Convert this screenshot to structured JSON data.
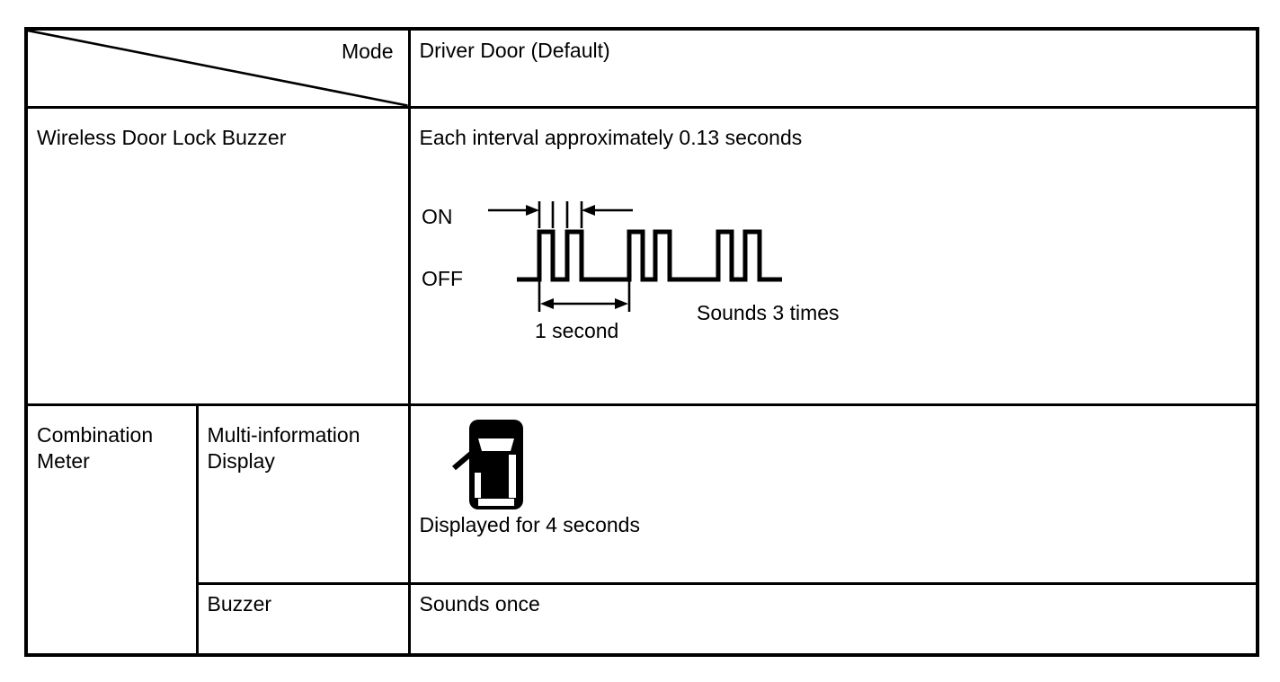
{
  "colors": {
    "line": "#000000",
    "text": "#000000",
    "background": "#ffffff"
  },
  "table": {
    "header": {
      "mode_label": "Mode",
      "column_label": "Driver Door (Default)"
    },
    "wireless_buzzer": {
      "label": "Wireless Door Lock Buzzer",
      "description": "Each interval approximately 0.13 seconds",
      "diagram": {
        "on_label": "ON",
        "off_label": "OFF",
        "interval_label": "1 second",
        "sounds_label": "Sounds 3 times",
        "interval_seconds": 0.13,
        "pulse_groups": 3,
        "pulses_per_group": 2
      }
    },
    "combination_meter": {
      "label": "Combination Meter",
      "sub_rows": [
        {
          "label": "Multi-information Display",
          "value": "Displayed for 4 seconds",
          "icon": "car-open-driver-door-icon"
        },
        {
          "label": "Buzzer",
          "value": "Sounds once"
        }
      ]
    }
  }
}
